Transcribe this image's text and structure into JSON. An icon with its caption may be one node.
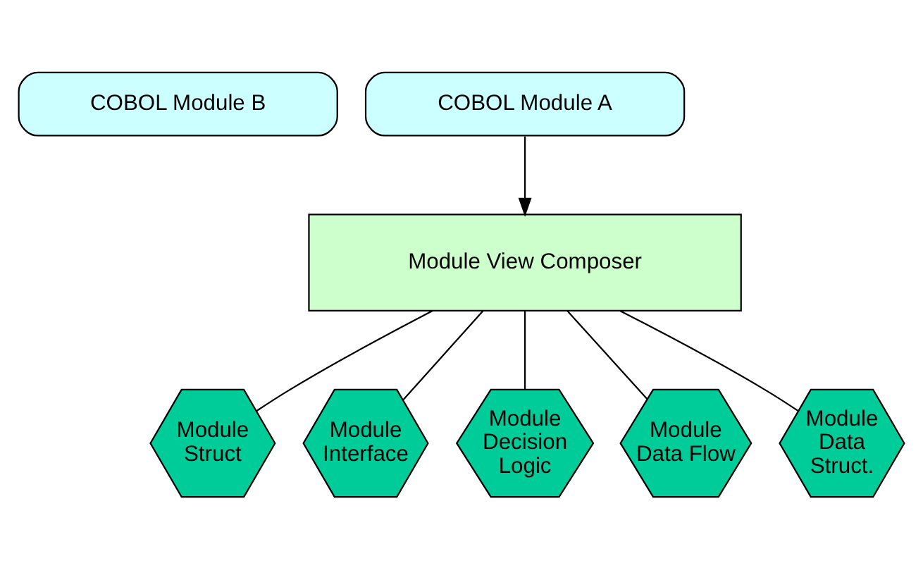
{
  "diagram": {
    "nodes": [
      {
        "text": [
          "COBOL Module B"
        ]
      },
      {
        "text": [
          "COBOL Module A"
        ]
      },
      {
        "text": [
          "Module View Composer"
        ]
      },
      {
        "text": [
          "Module Struct"
        ]
      },
      {
        "text": [
          "Module Interface"
        ]
      },
      {
        "text": [
          "Module Decision Logic"
        ]
      },
      {
        "text": [
          "Module Data Flow"
        ]
      },
      {
        "text": [
          "Module Data Struct."
        ]
      }
    ],
    "edges": [
      {
        "from": 1,
        "to": 2,
        "arrow": "to"
      },
      {
        "from": 2,
        "to": 3,
        "arrow": "none"
      },
      {
        "from": 2,
        "to": 4,
        "arrow": "none"
      },
      {
        "from": 2,
        "to": 5,
        "arrow": "none"
      },
      {
        "from": 2,
        "to": 6,
        "arrow": "none"
      },
      {
        "from": 2,
        "to": 7,
        "arrow": "none"
      }
    ]
  }
}
